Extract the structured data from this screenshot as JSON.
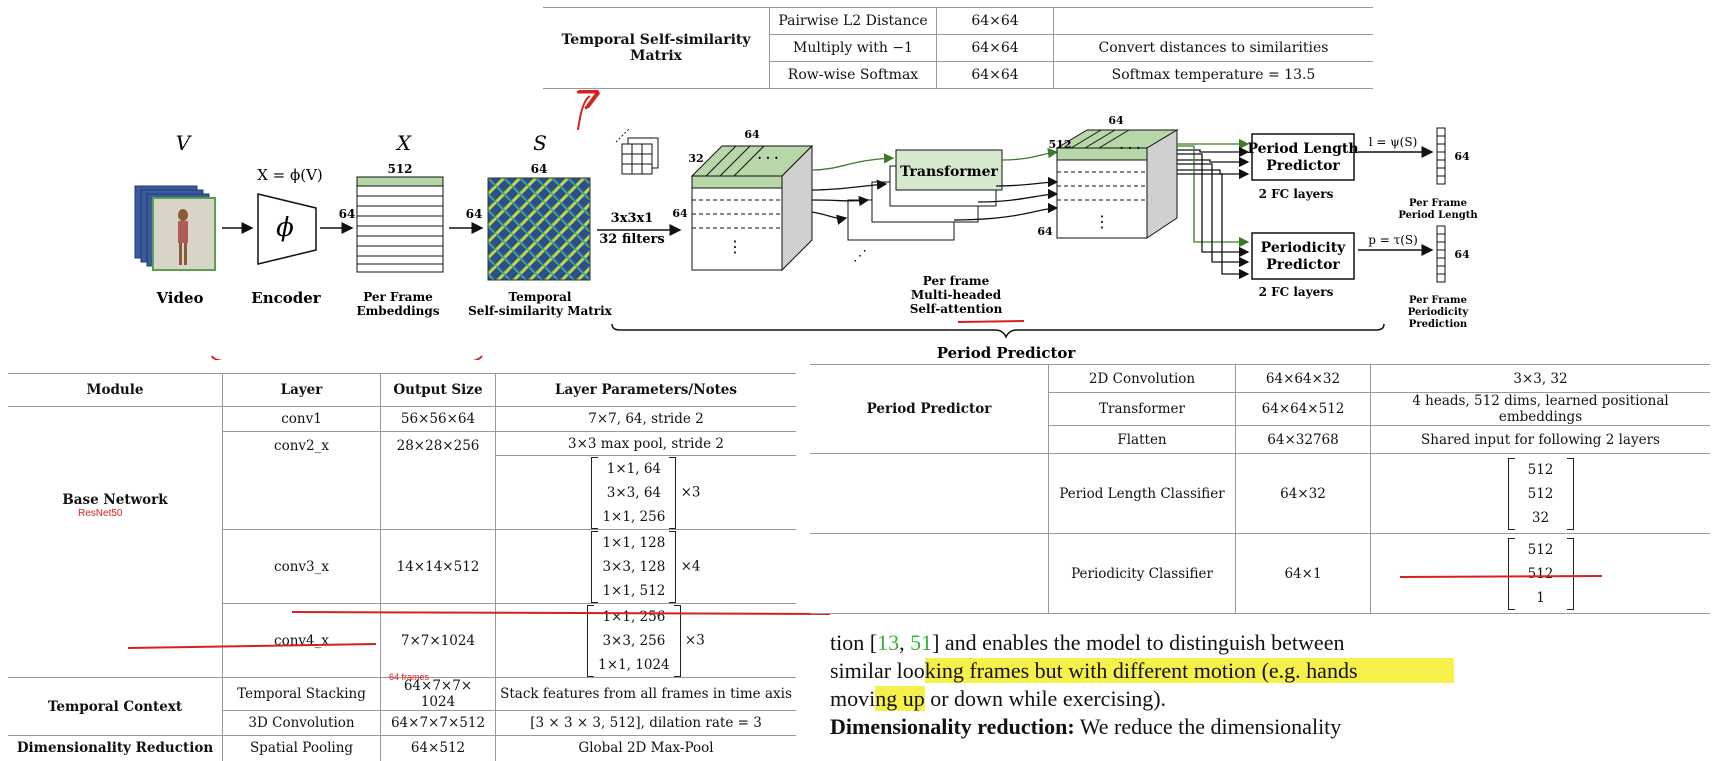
{
  "tsm_table": {
    "group": "Temporal Self-similarity Matrix",
    "rows": [
      {
        "layer": "Pairwise L2 Distance",
        "size": "64×64",
        "notes": ""
      },
      {
        "layer": "Multiply with −1",
        "size": "64×64",
        "notes": "Convert distances to similarities"
      },
      {
        "layer": "Row-wise Softmax",
        "size": "64×64",
        "notes": "Softmax temperature = 13.5"
      }
    ]
  },
  "diagram": {
    "sym_v": "V",
    "sym_x": "X",
    "sym_s": "S",
    "enc_formula": "X = ϕ(V)",
    "phi": "ϕ",
    "video": "Video",
    "encoder": "Encoder",
    "emb_width": "512",
    "emb_height": "64",
    "emb_label": "Per Frame\nEmbeddings",
    "tsm_size": "64",
    "tsm_left": "64",
    "tsm_label": "Temporal\nSelf-similarity Matrix",
    "conv_spec": "3x3x1",
    "conv_filters": "32 filters",
    "conv_in": "64",
    "cube1_top": "64",
    "cube1_left": "32",
    "transformer": "Transformer",
    "mh_label": "Per frame\nMulti-headed\nSelf-attention",
    "cube2_top": "64",
    "cube2_left": "512",
    "cube2_right": "64",
    "plp": "Period Length\nPredictor",
    "plp_fc": "2 FC layers",
    "pp": "Periodicity\nPredictor",
    "pp_fc": "2 FC layers",
    "l_formula": "l = ψ(S)",
    "p_formula": "p = τ(S)",
    "out1_size": "64",
    "out2_size": "64",
    "out1_label": "Per Frame\nPeriod Length",
    "out2_label": "Per Frame\nPeriodicity\nPrediction",
    "period_predictor": "Period Predictor",
    "dots": "· · ·",
    "vdots": "⋮"
  },
  "left_table": {
    "headers": [
      "Module",
      "Layer",
      "Output Size",
      "Layer Parameters/Notes"
    ],
    "base_network": "Base Network",
    "resnet_note": "ResNet50",
    "conv1": {
      "layer": "conv1",
      "size": "56×56×64",
      "notes": "7×7, 64, stride 2"
    },
    "conv2": {
      "layer": "conv2_x",
      "size": "28×28×256",
      "pool": "3×3 max pool, stride 2",
      "m": [
        "1×1, 64",
        "3×3, 64",
        "1×1, 256"
      ],
      "times": "×3"
    },
    "conv3": {
      "layer": "conv3_x",
      "size": "14×14×512",
      "m": [
        "1×1, 128",
        "3×3, 128",
        "1×1, 512"
      ],
      "times": "×4"
    },
    "conv4": {
      "layer": "conv4_x",
      "size": "7×7×1024",
      "m": [
        "1×1, 256",
        "3×3, 256",
        "1×1, 1024"
      ],
      "times": "×3"
    },
    "temporal_context": "Temporal Context",
    "frames_note": "64 frames",
    "stacking": {
      "layer": "Temporal Stacking",
      "size": "64×7×7× 1024",
      "notes": "Stack features from all frames in time axis"
    },
    "conv3d": {
      "layer": "3D Convolution",
      "size": "64×7×7×512",
      "notes": "[3 × 3 × 3, 512], dilation rate = 3"
    },
    "dim_reduction": "Dimensionality Reduction",
    "pooling": {
      "layer": "Spatial Pooling",
      "size": "64×512",
      "notes": "Global 2D Max-Pool"
    }
  },
  "right_table": {
    "group": "Period Predictor",
    "conv2d": {
      "layer": "2D Convolution",
      "size": "64×64×32",
      "notes": "3×3, 32"
    },
    "transformer": {
      "layer": "Transformer",
      "size": "64×64×512",
      "notes": "4 heads, 512 dims, learned positional embeddings"
    },
    "flatten": {
      "layer": "Flatten",
      "size": "64×32768",
      "notes": "Shared input for following 2 layers"
    },
    "plc": {
      "layer": "Period Length Classifier",
      "size": "64×32",
      "m": [
        "512",
        "512",
        "32"
      ]
    },
    "pc": {
      "layer": "Periodicity Classifier",
      "size": "64×1",
      "m": [
        "512",
        "512",
        "1"
      ]
    }
  },
  "body_text": {
    "l1a": "tion [",
    "c1": "13",
    "l1b": ", ",
    "c2": "51",
    "l1c": "] and enables the model to distinguish between",
    "l2a": "similar loo",
    "l2b": "king frames but with different motion (e.g. hands",
    "l3a": "movi",
    "l3b": "ng up",
    "l3c": " or down while exercising).",
    "l4a": "Dimensionality reduction:",
    "l4b": " We reduce the dimensionality"
  }
}
